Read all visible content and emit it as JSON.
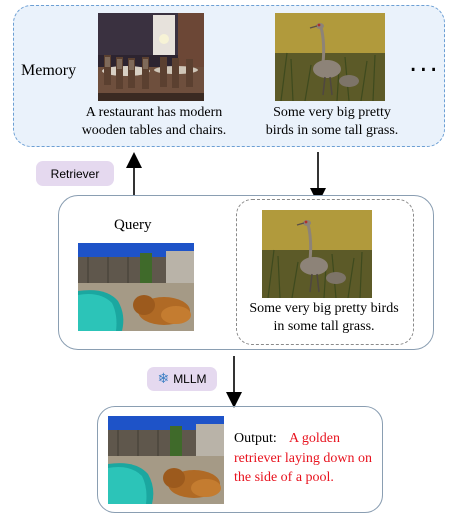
{
  "memory": {
    "label": "Memory",
    "item1_caption": "A restaurant has modern wooden tables and chairs.",
    "item2_caption": "Some very big pretty birds in some tall grass.",
    "more": "..."
  },
  "retriever": {
    "label": "Retriever",
    "icon": "magnifier-icon"
  },
  "query": {
    "label": "Query"
  },
  "retrieved": {
    "caption": "Some very big pretty birds in some tall grass."
  },
  "mllm": {
    "label": "MLLM",
    "icon": "snowflake-icon"
  },
  "output": {
    "label": "Output:",
    "text": "A golden retriever laying down on the side of a pool."
  },
  "colors": {
    "memory_bg": "#eaf2fb",
    "memory_border": "#6c9fd4",
    "tag_bg": "#e5d9ef",
    "output_text": "#e8121e"
  }
}
